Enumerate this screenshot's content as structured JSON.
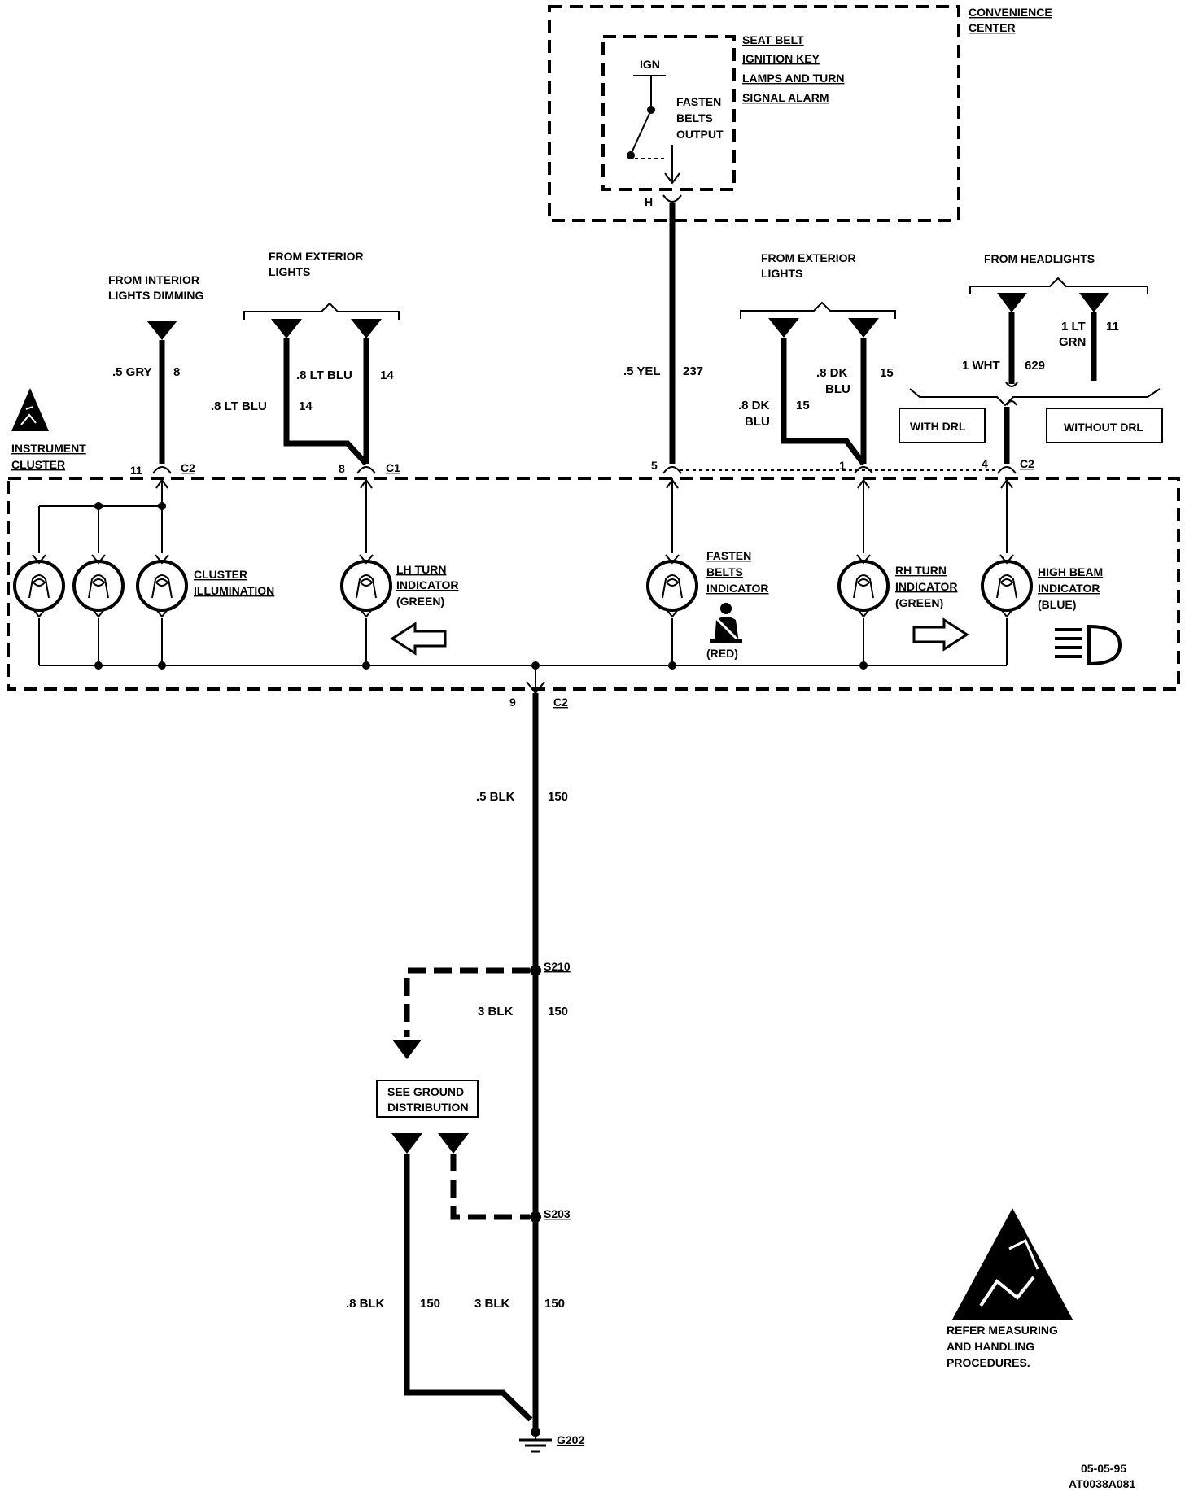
{
  "diagram": {
    "convenience_center": {
      "title_line1": "CONVENIENCE",
      "title_line2": "CENTER",
      "module_lines": [
        "SEAT BELT",
        "IGNITION KEY",
        "LAMPS AND TURN",
        "SIGNAL ALARM"
      ],
      "ign_label": "IGN",
      "output_lines": [
        "FASTEN",
        "BELTS",
        "OUTPUT"
      ],
      "pin": "H"
    },
    "sources": {
      "interior_dimming": [
        "FROM INTERIOR",
        "LIGHTS DIMMING"
      ],
      "exterior_left": [
        "FROM EXTERIOR",
        "LIGHTS"
      ],
      "exterior_right": [
        "FROM EXTERIOR",
        "LIGHTS"
      ],
      "headlights": "FROM HEADLIGHTS"
    },
    "wires": {
      "gry": {
        "color": ".5 GRY",
        "circuit": "8"
      },
      "ltblu_a": {
        "color": ".8 LT BLU",
        "circuit": "14"
      },
      "ltblu_b": {
        "color": ".8 LT BLU",
        "circuit": "14"
      },
      "yel": {
        "color": ".5 YEL",
        "circuit": "237"
      },
      "dkblu_a": {
        "color_l1": ".8 DK",
        "color_l2": "BLU",
        "circuit": "15"
      },
      "dkblu_b": {
        "color_l1": ".8 DK",
        "color_l2": "BLU",
        "circuit": "15"
      },
      "wht": {
        "color": "1 WHT",
        "circuit": "629"
      },
      "ltgrn": {
        "color_l1": "1 LT",
        "color_l2": "GRN",
        "circuit": "11"
      },
      "blk_1": {
        "color": ".5 BLK",
        "circuit": "150"
      },
      "blk_2": {
        "color": "3 BLK",
        "circuit": "150"
      },
      "blk_3": {
        "color": ".8 BLK",
        "circuit": "150"
      },
      "blk_4": {
        "color": "3 BLK",
        "circuit": "150"
      }
    },
    "options": {
      "with_drl": "WITH DRL",
      "without_drl": "WITHOUT DRL"
    },
    "cluster": {
      "title_l1": "INSTRUMENT",
      "title_l2": "CLUSTER",
      "connectors": {
        "c2_11": {
          "pin": "11",
          "conn": "C2"
        },
        "c1_8": {
          "pin": "8",
          "conn": "C1"
        },
        "c_5": {
          "pin": "5"
        },
        "c_1": {
          "pin": "1"
        },
        "c2_4": {
          "pin": "4",
          "conn": "C2"
        },
        "c2_9": {
          "pin": "9",
          "conn": "C2"
        }
      },
      "lamps": {
        "cluster_illum": [
          "CLUSTER",
          "ILLUMINATION"
        ],
        "lh_turn": [
          "LH TURN",
          "INDICATOR",
          "(GREEN)"
        ],
        "fasten_belts": [
          "FASTEN",
          "BELTS",
          "INDICATOR"
        ],
        "fasten_color": "(RED)",
        "rh_turn": [
          "RH TURN",
          "INDICATOR",
          "(GREEN)"
        ],
        "high_beam": [
          "HIGH BEAM",
          "INDICATOR",
          "(BLUE)"
        ]
      }
    },
    "splices": {
      "s210": "S210",
      "s203": "S203"
    },
    "ground_ref": [
      "SEE GROUND",
      "DISTRIBUTION"
    ],
    "ground": "G202",
    "esd_note": [
      "REFER MEASURING",
      "AND HANDLING",
      "PROCEDURES."
    ],
    "date": "05-05-95",
    "doc_id": "AT0038A081"
  }
}
